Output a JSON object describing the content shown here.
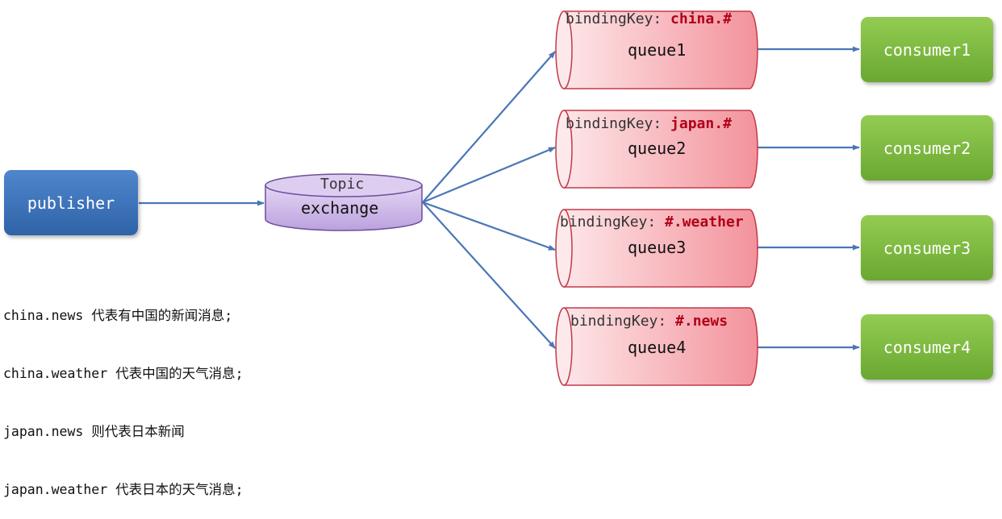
{
  "publisher": {
    "label": "publisher"
  },
  "exchange": {
    "type_label": "Topic",
    "label": "exchange"
  },
  "queues": [
    {
      "name": "queue1",
      "key_prefix": "bindingKey: ",
      "key_value": "china.#"
    },
    {
      "name": "queue2",
      "key_prefix": "bindingKey: ",
      "key_value": "japan.#"
    },
    {
      "name": "queue3",
      "key_prefix": "bindingKey: ",
      "key_value": "#.weather"
    },
    {
      "name": "queue4",
      "key_prefix": "bindingKey: ",
      "key_value": "#.news"
    }
  ],
  "consumers": [
    {
      "label": "consumer1"
    },
    {
      "label": "consumer2"
    },
    {
      "label": "consumer3"
    },
    {
      "label": "consumer4"
    }
  ],
  "notes": [
    "china.news 代表有中国的新闻消息;",
    "china.weather 代表中国的天气消息;",
    "japan.news 则代表日本新闻",
    "japan.weather 代表日本的天气消息;"
  ],
  "colors": {
    "arrow": "#4a76b8",
    "publisher": "#3a6fb5",
    "consumer": "#7ab83e",
    "queue": "#f5a3ab",
    "exchange": "#c9b3e6",
    "binding_key": "#b00018"
  },
  "icons": {
    "publisher": "rounded-rectangle",
    "exchange": "cylinder-horizontal-disc",
    "queue": "cylinder-horizontal",
    "consumer": "rounded-rectangle",
    "connector": "arrow"
  }
}
